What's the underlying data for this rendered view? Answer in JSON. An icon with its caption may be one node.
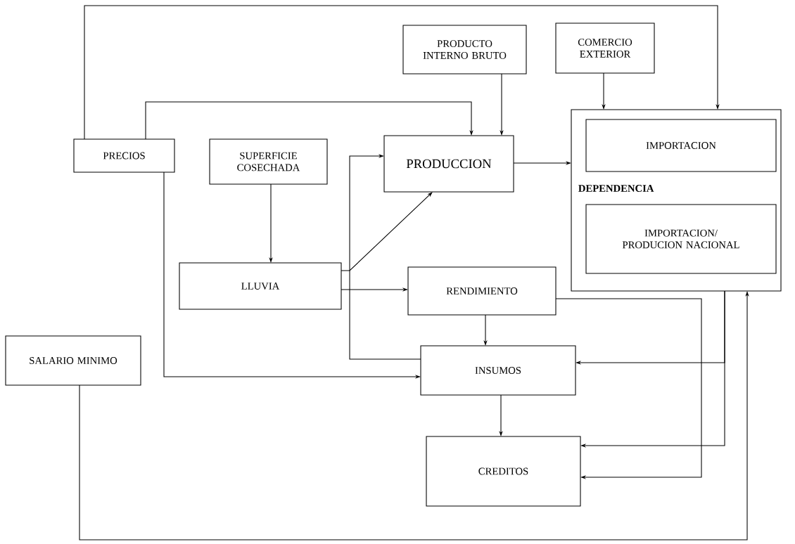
{
  "diagram": {
    "nodes": [
      {
        "text": [
          "PRECIOS"
        ]
      },
      {
        "text": [
          "SUPERFICIE COSECHADA"
        ]
      },
      {
        "text": [
          "PRODUCTO INTERNO BRUTO"
        ]
      },
      {
        "text": [
          "COMERCIO EXTERIOR"
        ]
      },
      {
        "text": [
          "PRODUCCION"
        ]
      },
      {
        "text": [
          "DEPENDENCIA"
        ]
      },
      {
        "text": [
          "IMPORTACION"
        ],
        "in": 5
      },
      {
        "text": [
          "IMPORTACION/ PRODUCION NACIONAL"
        ],
        "in": 5
      },
      {
        "text": [
          "LLUVIA"
        ]
      },
      {
        "text": [
          "RENDIMIENTO"
        ]
      },
      {
        "text": [
          "SALARIO MINIMO"
        ]
      },
      {
        "text": [
          "INSUMOS"
        ]
      },
      {
        "text": [
          "CREDITOS"
        ]
      }
    ],
    "edges": [
      {
        "from": 0,
        "to": 5,
        "arrow": "to"
      },
      {
        "from": 0,
        "to": 4,
        "arrow": "to"
      },
      {
        "from": 2,
        "to": 4,
        "arrow": "to"
      },
      {
        "from": 3,
        "to": 5,
        "arrow": "to"
      },
      {
        "from": 4,
        "to": 5,
        "arrow": "to"
      },
      {
        "from": 1,
        "to": 8,
        "arrow": "to"
      },
      {
        "from": 8,
        "to": 4,
        "arrow": "to"
      },
      {
        "from": 8,
        "to": 9,
        "arrow": "to"
      },
      {
        "from": 9,
        "to": 11,
        "arrow": "to"
      },
      {
        "from": 11,
        "to": 4,
        "arrow": "to"
      },
      {
        "from": 0,
        "to": 11,
        "arrow": "to"
      },
      {
        "from": 9,
        "to": 12,
        "arrow": "to"
      },
      {
        "from": 5,
        "to": 11,
        "arrow": "to"
      },
      {
        "from": 5,
        "to": 12,
        "arrow": "to"
      },
      {
        "from": 10,
        "to": 5,
        "arrow": "to"
      },
      {
        "from": 11,
        "to": 12,
        "arrow": "to"
      }
    ]
  }
}
